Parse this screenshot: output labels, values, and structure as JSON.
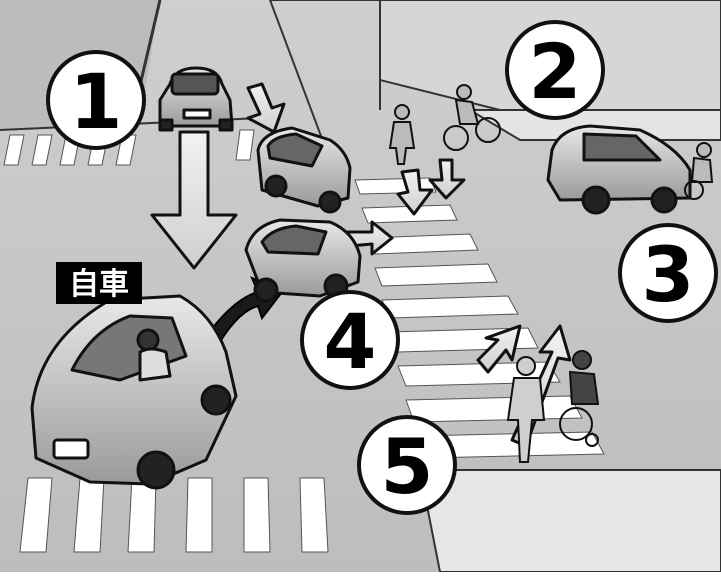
{
  "markers": {
    "m1": "1",
    "m2": "2",
    "m3": "3",
    "m4": "4",
    "m5": "5"
  },
  "own_car_label": "自車"
}
